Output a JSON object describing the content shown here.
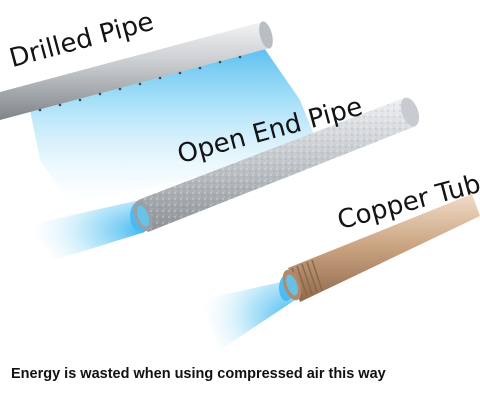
{
  "labels": {
    "drilled": "Drilled Pipe",
    "open_end": "Open End Pipe",
    "copper": "Copper Tube"
  },
  "caption": "Energy is wasted when using compressed air this way",
  "colors": {
    "air_blue": "#5fc8f0",
    "steel": "#c9cdd1",
    "copper": "#c9a27f",
    "text": "#141414"
  }
}
